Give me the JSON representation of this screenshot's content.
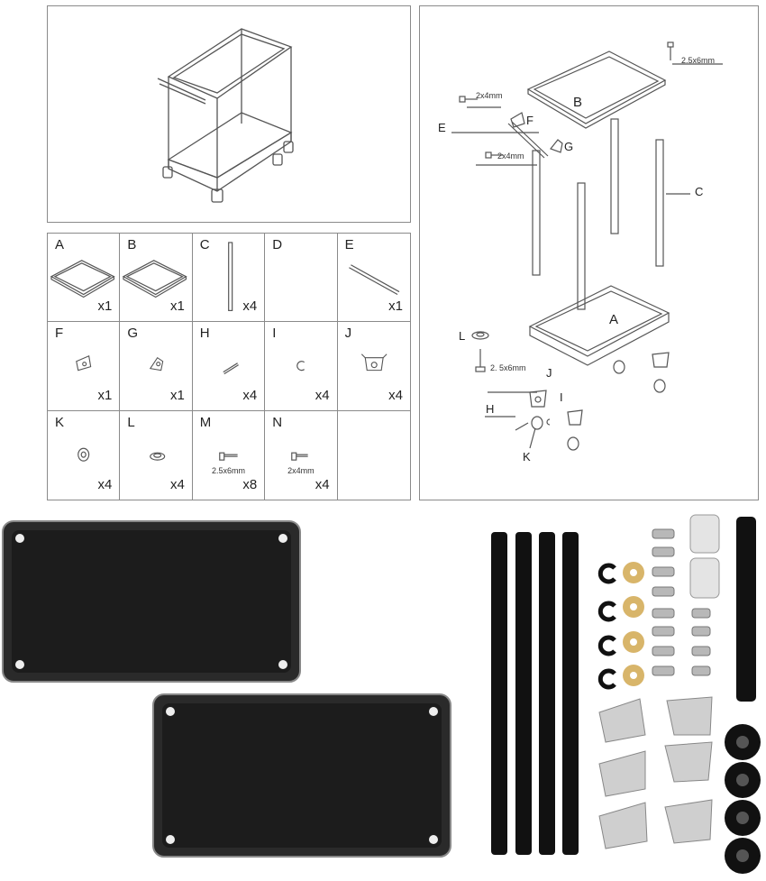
{
  "parts_table": [
    {
      "letter": "A",
      "qty": "x1",
      "icon": "tray-icon"
    },
    {
      "letter": "B",
      "qty": "x1",
      "icon": "tray-icon"
    },
    {
      "letter": "C",
      "qty": "x4",
      "icon": "rod-icon"
    },
    {
      "letter": "D",
      "qty": "",
      "icon": ""
    },
    {
      "letter": "E",
      "qty": "x1",
      "icon": "handle-bar-icon"
    },
    {
      "letter": "F",
      "qty": "x1",
      "icon": "bracket-icon"
    },
    {
      "letter": "G",
      "qty": "x1",
      "icon": "bracket-icon"
    },
    {
      "letter": "H",
      "qty": "x4",
      "icon": "pin-icon"
    },
    {
      "letter": "I",
      "qty": "x4",
      "icon": "e-clip-icon"
    },
    {
      "letter": "J",
      "qty": "x4",
      "icon": "wheel-bracket-icon"
    },
    {
      "letter": "K",
      "qty": "x4",
      "icon": "wheel-icon"
    },
    {
      "letter": "L",
      "qty": "x4",
      "icon": "washer-icon"
    },
    {
      "letter": "M",
      "qty": "x8",
      "spec": "2.5x6mm",
      "icon": "screw-icon"
    },
    {
      "letter": "N",
      "qty": "x4",
      "spec": "2x4mm",
      "icon": "screw-icon"
    },
    {
      "letter": "",
      "qty": "",
      "icon": ""
    }
  ],
  "assembly": {
    "labels": {
      "B": "B",
      "E": "E",
      "F": "F",
      "G": "G",
      "C": "C",
      "A": "A",
      "L": "L",
      "J": "J",
      "H": "H",
      "I": "I",
      "K": "K"
    },
    "specs": {
      "top_screw": "2.5x6mm",
      "f_screw": "2x4mm",
      "g_screw": "2x4mm",
      "j_screw": "2. 5x6mm"
    }
  },
  "colors": {
    "line": "#555555",
    "tray_black": "#1c1c1c",
    "rod_black": "#111111",
    "metal": "#c9c9c9",
    "brass": "#d8b56a"
  }
}
